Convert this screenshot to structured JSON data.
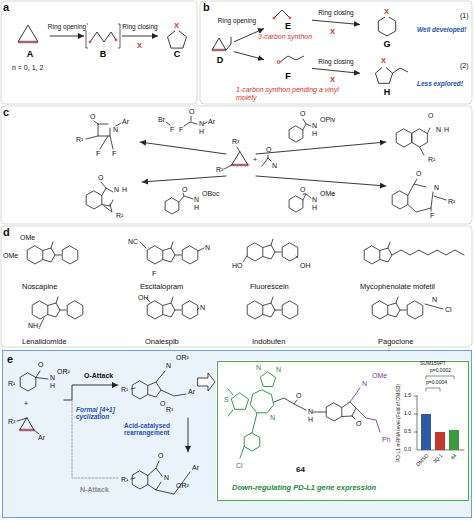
{
  "diagram": {
    "nodes": [
      {
        "text": [
          "A"
        ]
      },
      {
        "text": [
          "B"
        ]
      },
      {
        "text": [
          "C"
        ]
      },
      {
        "text": [
          "D"
        ]
      },
      {
        "text": [
          "E"
        ]
      },
      {
        "text": [
          "F"
        ]
      },
      {
        "text": [
          "G"
        ]
      },
      {
        "text": [
          "H"
        ]
      },
      {
        "text": [
          "e"
        ]
      },
      {
        "text": [
          "64",
          "Down-regulating PD-L1 gene expression"
        ],
        "in": 8
      }
    ],
    "edges": [
      {
        "from": 0,
        "to": 1,
        "arrow": "to",
        "label": "Ring opening"
      },
      {
        "from": 1,
        "to": 2,
        "arrow": "to",
        "label": "Ring closing"
      },
      {
        "from": 3,
        "to": 4,
        "arrow": "to",
        "label": "Ring opening"
      },
      {
        "from": 3,
        "to": 5,
        "arrow": "to"
      },
      {
        "from": 4,
        "to": 6,
        "arrow": "to",
        "label": "Ring closing"
      },
      {
        "from": 5,
        "to": 7,
        "arrow": "to",
        "label": "Ring closing"
      }
    ],
    "labels": [
      "a",
      "n = 0, 1, 2",
      "X",
      "X",
      "b",
      "3-carbon synthon",
      "1-carbon synthon pending a vinyl moiety",
      "X",
      "X",
      "X",
      "X",
      "(1)",
      "(2)",
      "Well developed!",
      "Less explored!",
      "c",
      "R²",
      "R³",
      "+",
      "O",
      "N",
      "Br",
      "F",
      "F",
      "O",
      "N",
      "H",
      "Ar",
      "O",
      "N",
      "Ar",
      "F",
      "F",
      "R²",
      "O",
      "N",
      "H",
      "OBoc",
      "O",
      "N",
      "H",
      "R²",
      "O",
      "N",
      "H",
      "OPiv",
      "O",
      "N",
      "H",
      "R²",
      "O",
      "N",
      "H",
      "OMe",
      "O",
      "N",
      "F",
      "R²",
      "d",
      "Noscapine",
      "Escitalopram",
      "Fluorescein",
      "Mycophenolate mofetil",
      "Lenalidomide",
      "Onalespib",
      "Indobufen",
      "Pagoclone",
      "NC",
      "F",
      "N",
      "HO",
      "OH",
      "NH₂",
      "N",
      "OH",
      "Cl",
      "N",
      "OMe",
      "OMe",
      "O-Attack",
      "Formal [4+1] cyclization",
      "Acid-catalysed rearrangement",
      "N-Attack",
      "R¹",
      "O",
      "N",
      "H",
      "OR²",
      "+",
      "R³",
      "Ar",
      "R¹",
      "O",
      "N",
      "OR²",
      "R³",
      "Ar",
      "R¹",
      "O",
      "N",
      "OR²",
      "Ar",
      "S",
      "N",
      "N",
      "N",
      "Cl",
      "O",
      "N",
      "H",
      "O",
      "N",
      "OMe",
      "Ph",
      "SUM159PT",
      "p=0.0004",
      "p=0.0002",
      "PD-L1 mRNA level (Fold of DMSO)",
      "0.0",
      "0.5",
      "1.0",
      "1.5",
      "DMSO",
      "JQ-1",
      "64"
    ]
  }
}
